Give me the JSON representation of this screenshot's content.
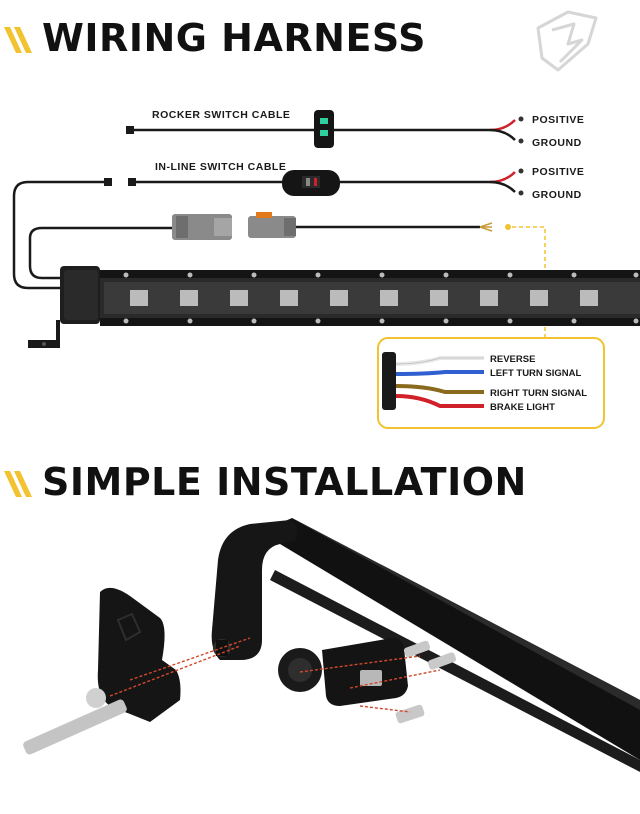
{
  "sections": {
    "wiring_title": "WIRING HARNESS",
    "install_title": "SIMPLE INSTALLATION"
  },
  "wiring": {
    "rocker_label": "ROCKER SWITCH CABLE",
    "inline_label": "IN-LINE SWITCH CABLE",
    "rocker_positive": "POSITIVE",
    "rocker_ground": "GROUND",
    "inline_positive": "POSITIVE",
    "inline_ground": "GROUND",
    "inset": {
      "reverse": "REVERSE",
      "left_turn": "LEFT TURN SIGNAL",
      "right_turn": "RIGHT TURN SIGNAL",
      "brake": "BRAKE LIGHT"
    }
  },
  "colors": {
    "accent_yellow": "#f2c230",
    "wire_white": "#e8e8e8",
    "wire_blue": "#2f5fd0",
    "wire_brown": "#8a6a1c",
    "wire_red": "#d0202a",
    "bar_black": "#141414"
  },
  "icons": [
    "yellow-stripes-icon",
    "brand-logo-icon",
    "rocker-switch-icon",
    "inline-switch-icon",
    "connector-plug-icon",
    "mounting-bolt-icon"
  ]
}
